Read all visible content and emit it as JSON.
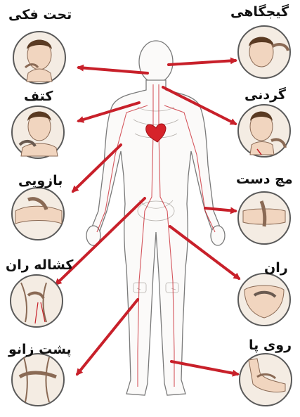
{
  "labels": {
    "jaw": "تحت فکی",
    "temple": "گیجگاهی",
    "shoulder": "کتف",
    "neck": "گردنی",
    "arm": "بازویی",
    "wrist": "مچ دست",
    "groin": "کشاله ران",
    "thigh": "ران",
    "knee": "پشت زانو",
    "foot": "روی پا"
  },
  "colors": {
    "arrow": "#c8202a",
    "heart": "#d6232a",
    "outline": "#7a7a7a",
    "circle_fill": "#f4ece3",
    "circle_stroke": "#5a5a5a",
    "skin": "#f1d5bf",
    "hair": "#5a3a22"
  }
}
